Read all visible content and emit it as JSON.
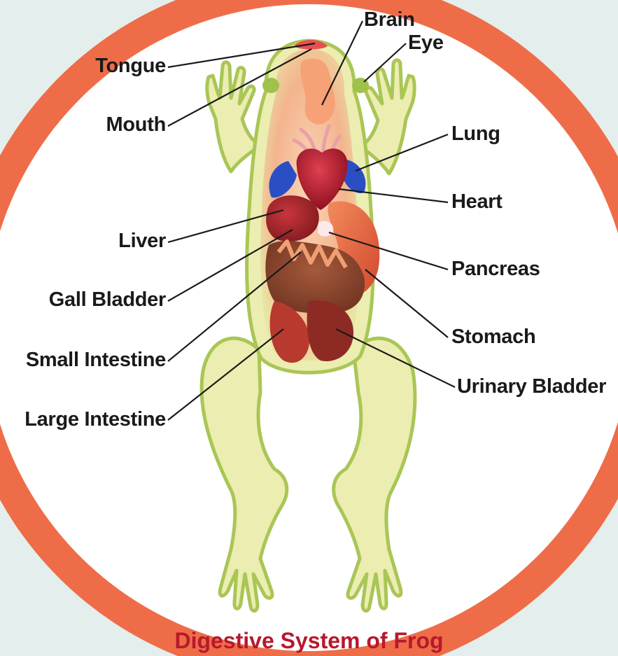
{
  "title": "Digestive System of Frog",
  "labels": {
    "tongue": "Tongue",
    "mouth": "Mouth",
    "liver": "Liver",
    "gall_bladder": "Gall Bladder",
    "small_intestine": "Small Intestine",
    "large_intestine": "Large Intestine",
    "brain": "Brain",
    "eye": "Eye",
    "lung": "Lung",
    "heart": "Heart",
    "pancreas": "Pancreas",
    "stomach": "Stomach",
    "urinary_bladder": "Urinary Bladder"
  },
  "colors": {
    "ring": "#ee6d48",
    "background_inner": "#ffffff",
    "frog_skin": "#ecedb0",
    "frog_outline": "#9fc24a",
    "organs_red": "#b81e2a",
    "lung_blue": "#2a4fc4",
    "title_red": "#b8182c"
  }
}
